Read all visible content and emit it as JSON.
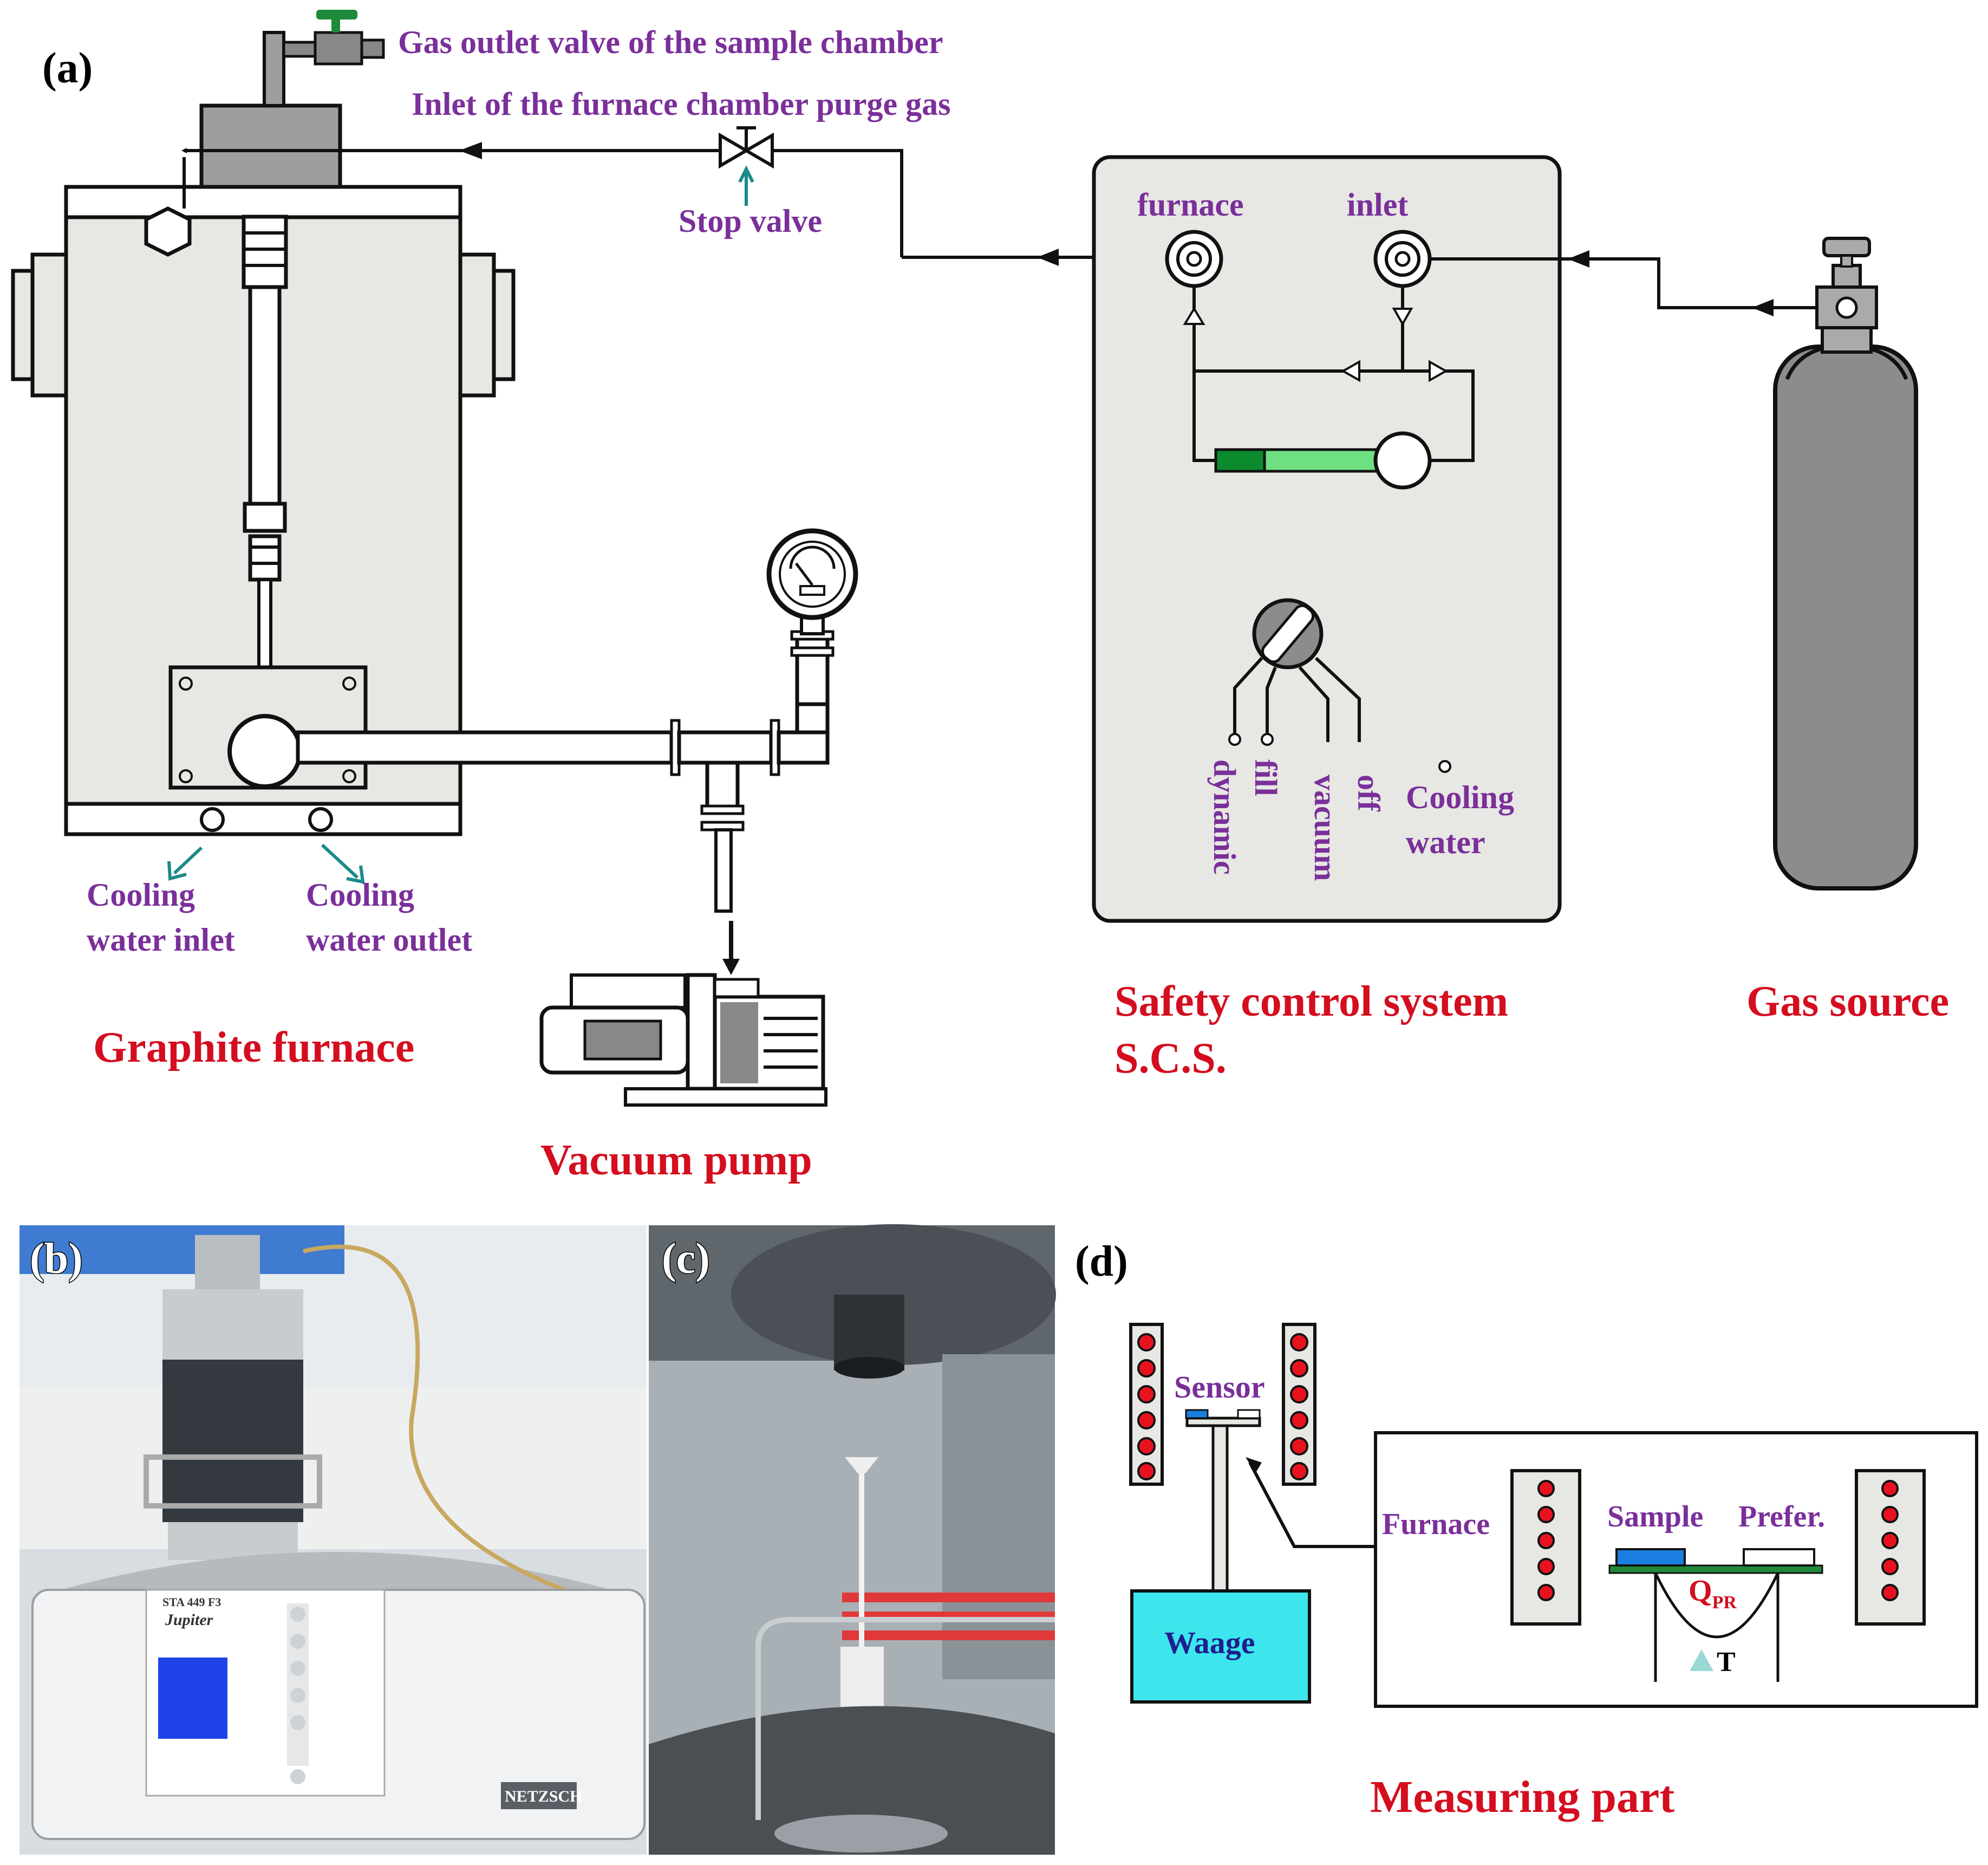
{
  "panels": {
    "a": {
      "label": "(a)"
    },
    "b": {
      "label": "(b)"
    },
    "c": {
      "label": "(c)"
    },
    "d": {
      "label": "(d)"
    }
  },
  "labels": {
    "gas_outlet_valve": "Gas outlet valve of the sample chamber",
    "inlet_purge_gas": "Inlet of the furnace chamber purge gas",
    "stop_valve": "Stop valve",
    "cooling_water_inlet": [
      "Cooling",
      "water inlet"
    ],
    "cooling_water_outlet": [
      "Cooling",
      "water outlet"
    ],
    "graphite_furnace": "Graphite furnace",
    "vacuum_pump": "Vacuum pump",
    "scs_furnace": "furnace",
    "scs_inlet": "inlet",
    "mode_dynamic": "dynamic",
    "mode_fill": "fill",
    "mode_vacuum": "vacuum",
    "mode_off": "off",
    "scs_cooling_water": [
      "Cooling",
      "water"
    ],
    "safety_control_system": [
      "Safety control system",
      "S.C.S."
    ],
    "gas_source": "Gas source",
    "sensor": "Sensor",
    "waage": "Waage",
    "furnace_d": "Furnace",
    "sample": "Sample",
    "prefer": "Prefer.",
    "qpr_main": "Q",
    "qpr_sub": "PR",
    "delta_t": "T",
    "measuring_part": "Measuring part"
  },
  "photo_text": {
    "instrument_model": "STA 449 F3",
    "instrument_name": "Jupiter",
    "brand": "NETZSCH"
  },
  "colors": {
    "label_purple": "#7a2f9a",
    "title_red": "#d40e1f",
    "teal_arrow": "#1a8a8a",
    "apparatus_fill": "#e7e7e3",
    "waage_cyan": "#3ce6ec",
    "heater_dot_red": "#e8121f",
    "sample_blue": "#1a7fe0",
    "plate_green": "#1f8a3a"
  }
}
